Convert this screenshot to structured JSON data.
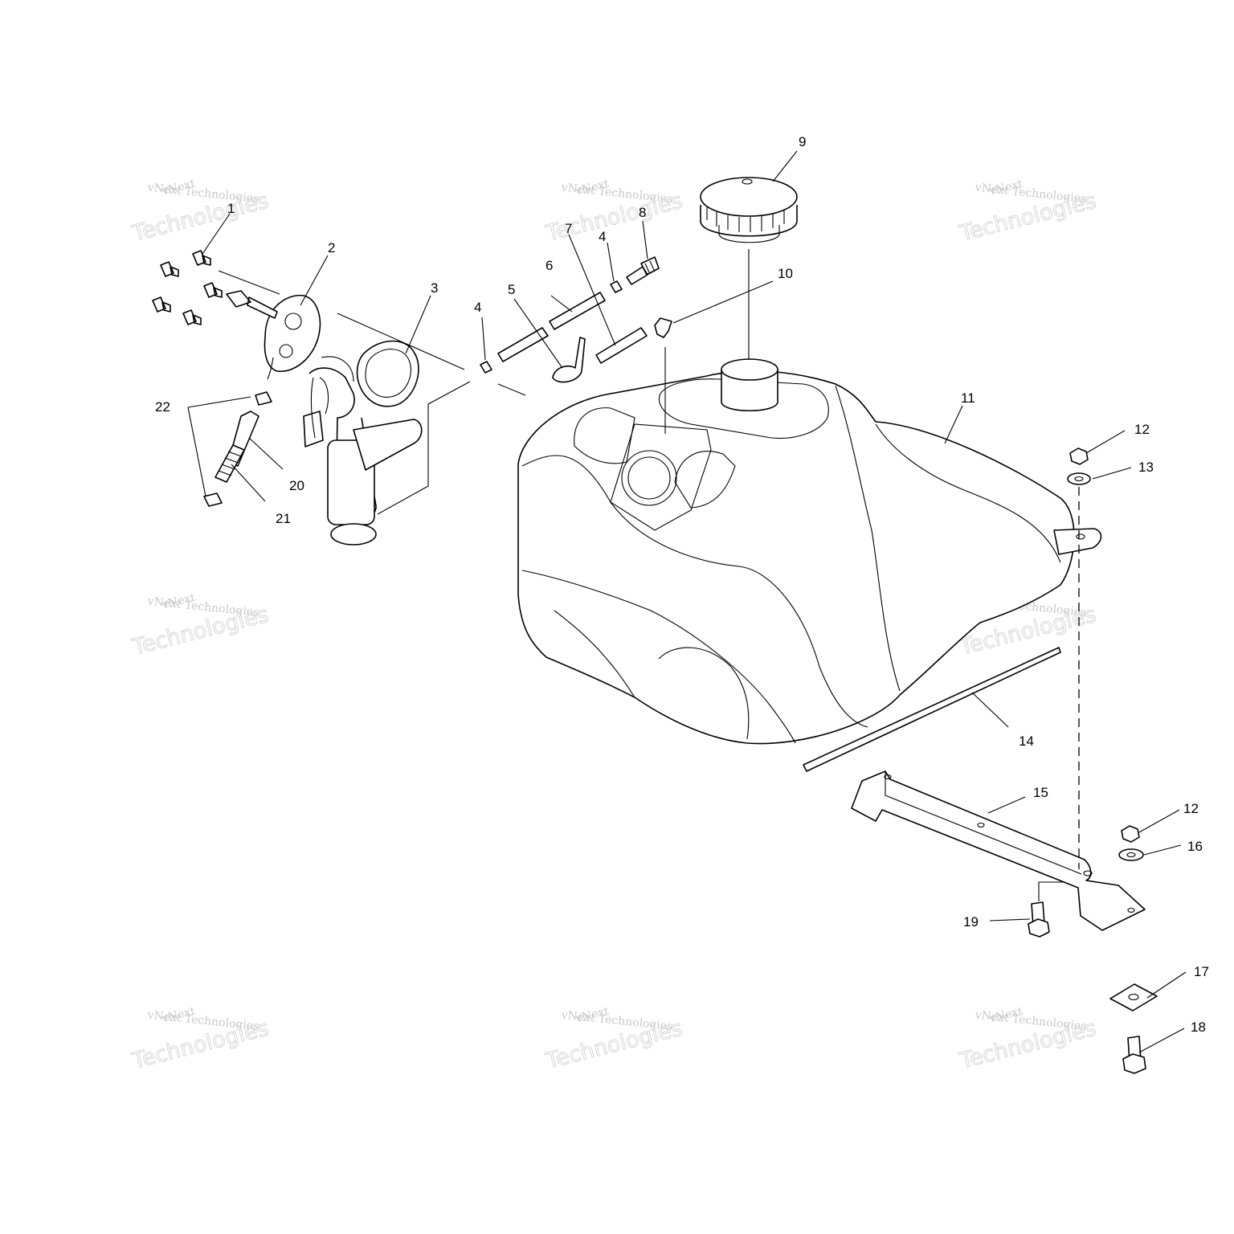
{
  "watermark": {
    "line1": "vNext",
    "line2": "vNext Technologies",
    "line3": "Technologies"
  },
  "callouts": {
    "c1": "1",
    "c2": "2",
    "c3": "3",
    "c4a": "4",
    "c4b": "4",
    "c5": "5",
    "c6": "6",
    "c7": "7",
    "c8": "8",
    "c9": "9",
    "c10": "10",
    "c11": "11",
    "c12a": "12",
    "c12b": "12",
    "c13": "13",
    "c14": "14",
    "c15": "15",
    "c16": "16",
    "c17": "17",
    "c18": "18",
    "c19": "19",
    "c20": "20",
    "c21": "21",
    "c22": "22"
  }
}
